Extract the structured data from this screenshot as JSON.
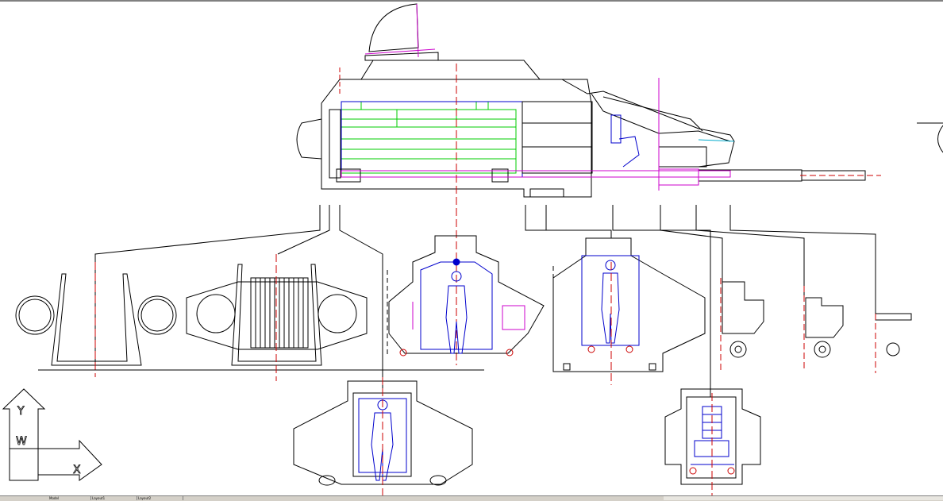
{
  "window": {
    "title": ""
  },
  "drawing": {
    "description_free": true,
    "colors": {
      "outline": "#000000",
      "centerline": "#cc0000",
      "figure": "#0000cc",
      "green": "#00cc00",
      "magenta": "#cc00cc",
      "cyan": "#00aacc"
    }
  },
  "ucs_icon": {
    "x_label": "X",
    "y_label": "Y",
    "w_label": "W"
  },
  "tabs": [
    {
      "label": "Model"
    },
    {
      "label": "Layout1"
    },
    {
      "label": "Layout2"
    }
  ]
}
